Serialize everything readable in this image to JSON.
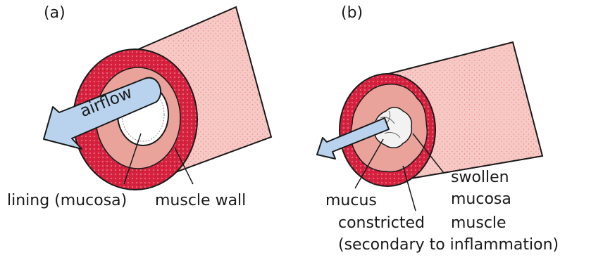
{
  "panels": [
    {
      "id": "a",
      "label": "(a)"
    },
    {
      "id": "b",
      "label": "(b)"
    }
  ],
  "labels": {
    "airflow": "airflow",
    "lining": "lining (mucosa)",
    "muscle_wall": "muscle wall",
    "mucus": "mucus",
    "swollen_1": "swollen",
    "swollen_2": "mucosa",
    "constricted_1": "constricted",
    "constricted_2": "muscle",
    "secondary": "(secondary to inflammation)"
  },
  "colors": {
    "tube": "#f7c9c4",
    "tube_stipple": "#e87f8c",
    "muscle": "#d6223f",
    "mucosa": "#e9a39b",
    "airflow_arrow": "#b9d3ef",
    "mucus": "#f2f2f2",
    "outline": "#1a1a1a"
  }
}
